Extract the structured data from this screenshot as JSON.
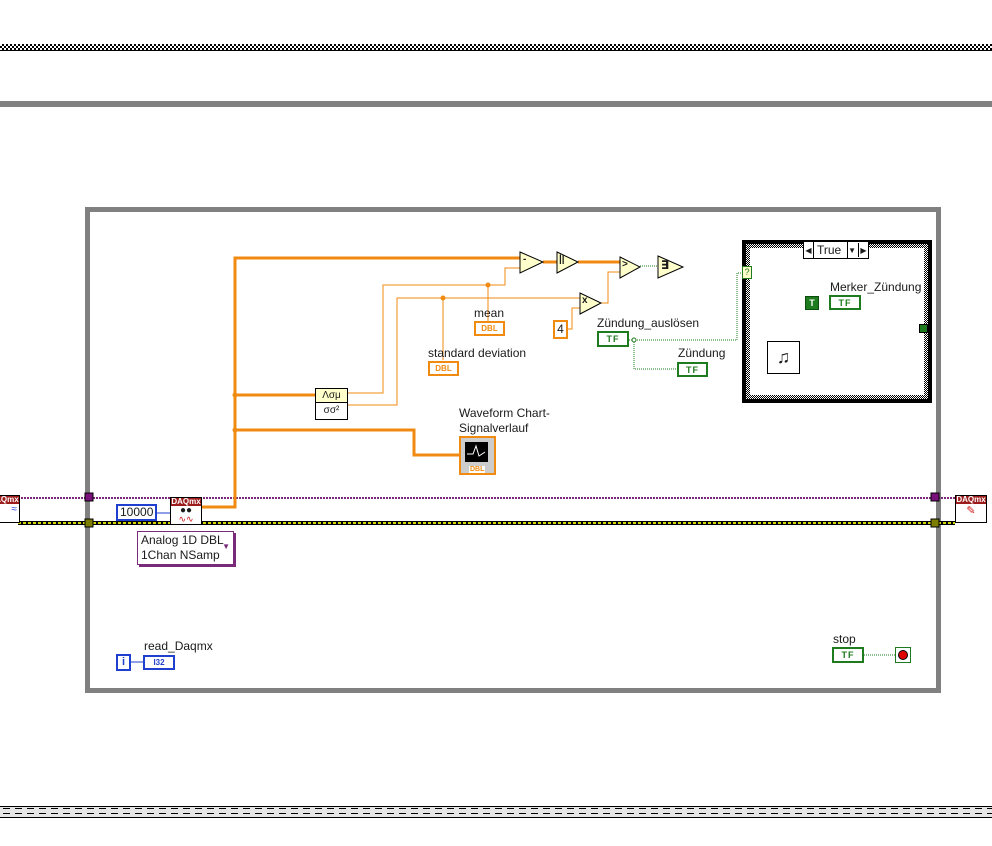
{
  "diagram": {
    "case_structure": {
      "selector_value": "True",
      "tunnel_label": "?"
    },
    "nodes": {
      "samples_constant": "10000",
      "daqmx_read": {
        "header": "DAQmx",
        "icon": "glasses-icon"
      },
      "daqmx_left": {
        "header": "DAQmx"
      },
      "daqmx_right": {
        "header": "DAQmx"
      },
      "read_mode_ring": {
        "line1": "Analog 1D DBL",
        "line2": "1Chan NSamp"
      },
      "stats_vi": {
        "top": "Λσμ",
        "bottom": "σσ²"
      },
      "subtract_label": "-",
      "abs_label": "||",
      "greater_label": ">",
      "multiply_label": "x",
      "or_array_label": "∃",
      "const_four": "4",
      "iteration_terminal": "i"
    },
    "labels": {
      "mean": "mean",
      "standard_deviation": "standard deviation",
      "waveform_chart_line1": "Waveform Chart-",
      "waveform_chart_line2": "Signalverlauf",
      "zuendung_ausloesen": "Zündung_auslösen",
      "zuendung": "Zündung",
      "merker_zuendung": "Merker_Zündung",
      "read_daqmx": "read_Daqmx",
      "stop": "stop"
    },
    "terminals": {
      "dbl": "DBL",
      "tf": "TF",
      "i32": "I32",
      "true_const": "T"
    },
    "colors": {
      "dbl_wire": "#f08a10",
      "bool_wire": "#1e7b1e",
      "int_wire": "#1f3fcf",
      "task_wire": "#7a2a7a",
      "error_wire": "#8a8a00",
      "loop_frame": "#808080"
    }
  }
}
